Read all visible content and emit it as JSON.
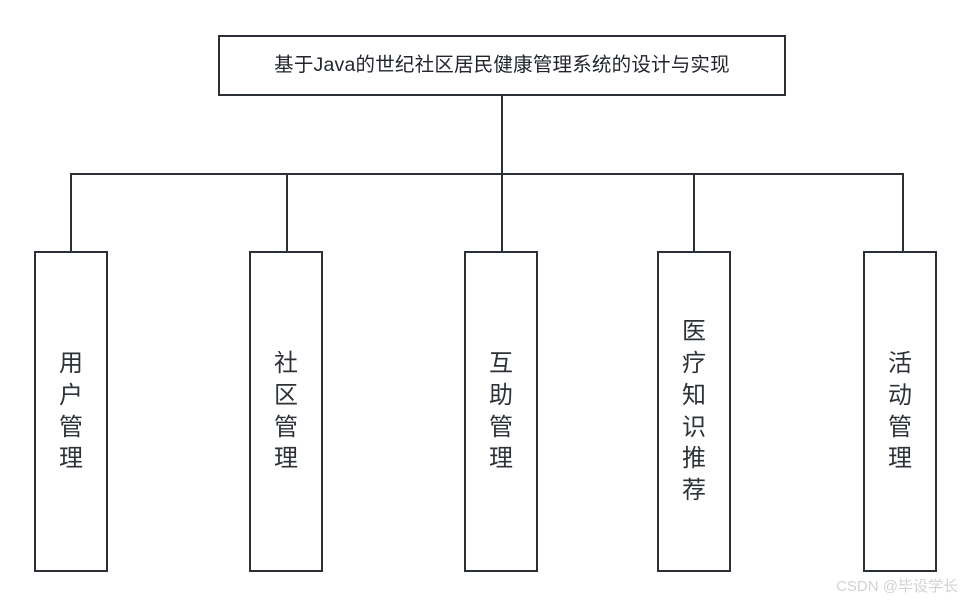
{
  "diagram": {
    "type": "tree",
    "orientation": "top-down",
    "background_color": "#ffffff",
    "line_color": "#2b3036",
    "text_color": "#2d3238",
    "root": {
      "label": "基于Java的世纪社区居民健康管理系统的设计与实现"
    },
    "children": [
      {
        "label": "用户管理"
      },
      {
        "label": "社区管理"
      },
      {
        "label": "互助管理"
      },
      {
        "label": "医疗知识推荐"
      },
      {
        "label": "活动管理"
      }
    ]
  },
  "watermark": {
    "text": "CSDN @毕设学长"
  }
}
